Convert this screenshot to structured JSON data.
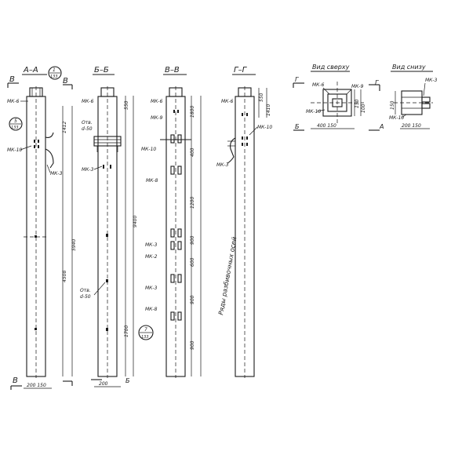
{
  "sections": {
    "aa": {
      "title": "А–А",
      "ref_top": "1",
      "ref_bottom": "133",
      "cut_left": "В",
      "cut_right": "В",
      "bottom_cut": "В",
      "bottom_dim": "200 150",
      "callout_top": "5",
      "callout_bottom": "133",
      "dim_1412": "1412",
      "dim_4508": "4508",
      "dim_5940": "5940"
    },
    "bb": {
      "title": "Б–Б",
      "dim_550": "550",
      "dim_9400": "9400",
      "dim_1700": "1700",
      "hole_top": "Отв.",
      "hole_top_d": "d-50",
      "hole_bottom": "Отв.",
      "hole_bottom_d": "d-50",
      "bottom_cut": "Б",
      "bottom_dim": "200"
    },
    "vv": {
      "title": "В–В",
      "dim_1800": "1800",
      "dim_400": "400",
      "dim_1200": "1200",
      "dim_900a": "900",
      "dim_600": "600",
      "dim_900b": "900",
      "dim_900c": "900",
      "callout_top": "7",
      "callout_bottom": "133"
    },
    "gg": {
      "title": "Г–Г",
      "dim_550": "550",
      "dim_1410": "1410",
      "rotated_note": "Ряды разбивочных осей"
    },
    "top_view": {
      "title": "Вид сверху",
      "cut_top": "Г",
      "cut_bottom": "А",
      "cut_left": "Г",
      "cut_bottom_left": "Б",
      "dims": "400 150",
      "dim_v1": "150",
      "dim_v2": "100"
    },
    "side_view": {
      "title": "Вид снизу",
      "dims": "200 150",
      "dim_v": "150"
    }
  },
  "labels": {
    "mk6": "МК-6",
    "mk10": "МК-10",
    "mk3": "МК-3",
    "mk8": "МК-8",
    "mk9": "МК-9",
    "mk2": "МК-2"
  }
}
